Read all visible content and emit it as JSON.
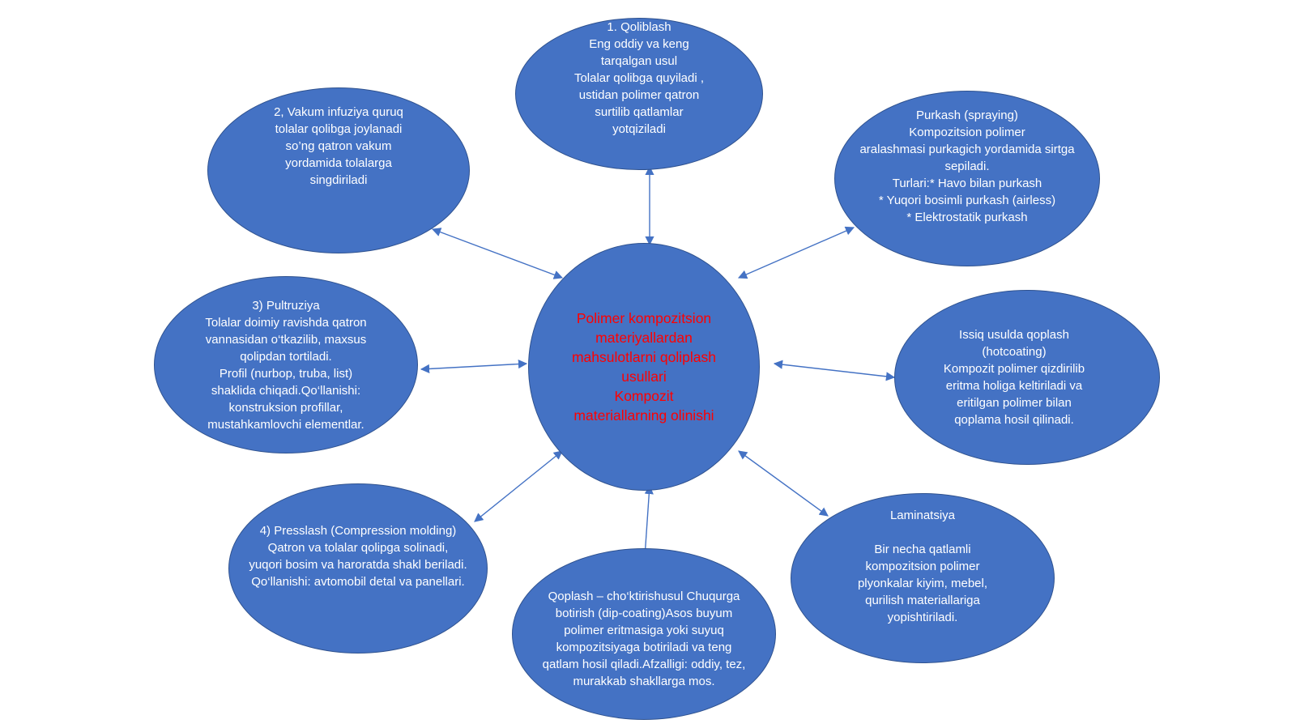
{
  "diagram": {
    "center": {
      "lines": [
        "Polimer kompozitsion",
        "materiyallardan",
        "mahsulotlarni qoliplash",
        "usullari",
        "Kompozit",
        "materiallarning olinishi"
      ]
    },
    "nodes": {
      "top": {
        "lines": [
          "1.        Qoliblash",
          "Eng oddiy va keng",
          "tarqalgan usul",
          "Tolalar qolibga quyiladi ,",
          "ustidan polimer qatron",
          "surtilib qatlamlar",
          "yotqiziladi"
        ]
      },
      "top_left": {
        "lines": [
          "2, Vakum infuziya quruq",
          "tolalar qolibga joylanadi",
          "so’ng qatron vakum",
          "yordamida tolalarga",
          "singdiriladi"
        ]
      },
      "top_right": {
        "lines": [
          "Purkash (spraying)",
          "Kompozitsion polimer",
          "aralashmasi purkagich yordamida sirtga",
          "sepiladi.",
          "Turlari:* Havo bilan purkash",
          "* Yuqori bosimli purkash (airless)",
          "* Elektrostatik purkash"
        ]
      },
      "left": {
        "lines": [
          "3) Pultruziya",
          "Tolalar doimiy ravishda qatron",
          "vannasidan o‘tkazilib, maxsus",
          "qolipdan tortiladi.",
          "Profil (nurbop, truba, list)",
          "shaklida chiqadi.Qo‘llanishi:",
          "konstruksion profillar,",
          "mustahkamlovchi elementlar."
        ]
      },
      "right": {
        "lines": [
          "Issiq usulda qoplash",
          "(hotcoating)",
          "Kompozit polimer qizdirilib",
          "eritma holiga keltiriladi va",
          "eritilgan polimer bilan",
          "qoplama hosil qilinadi."
        ]
      },
      "bottom_left": {
        "lines": [
          "4) Presslash (Compression molding)",
          "Qatron va tolalar qolipga solinadi,",
          "yuqori bosim va haroratda shakl beriladi.",
          "Qo‘llanishi: avtomobil detal va panellari."
        ]
      },
      "bottom": {
        "lines": [
          "Qoplash – cho‘ktirishusul Chuqurga",
          "botirish (dip-coating)Asos buyum",
          "polimer eritmasiga yoki suyuq",
          "kompozitsiyaga botiriladi va teng",
          "qatlam hosil qiladi.Afzalligi: oddiy, tez,",
          "murakkab shakllarga mos."
        ]
      },
      "bottom_right": {
        "lines": [
          "Laminatsiya",
          "",
          "Bir necha qatlamli",
          "kompozitsion polimer",
          "plyonkalar kiyim, mebel,",
          "qurilish materiallariga",
          "yopishtiriladi."
        ]
      }
    },
    "colors": {
      "node_fill": "#4472c4",
      "node_border": "#2f528f",
      "node_text": "#ffffff",
      "center_text": "#ff0000",
      "connector": "#4472c4"
    }
  }
}
